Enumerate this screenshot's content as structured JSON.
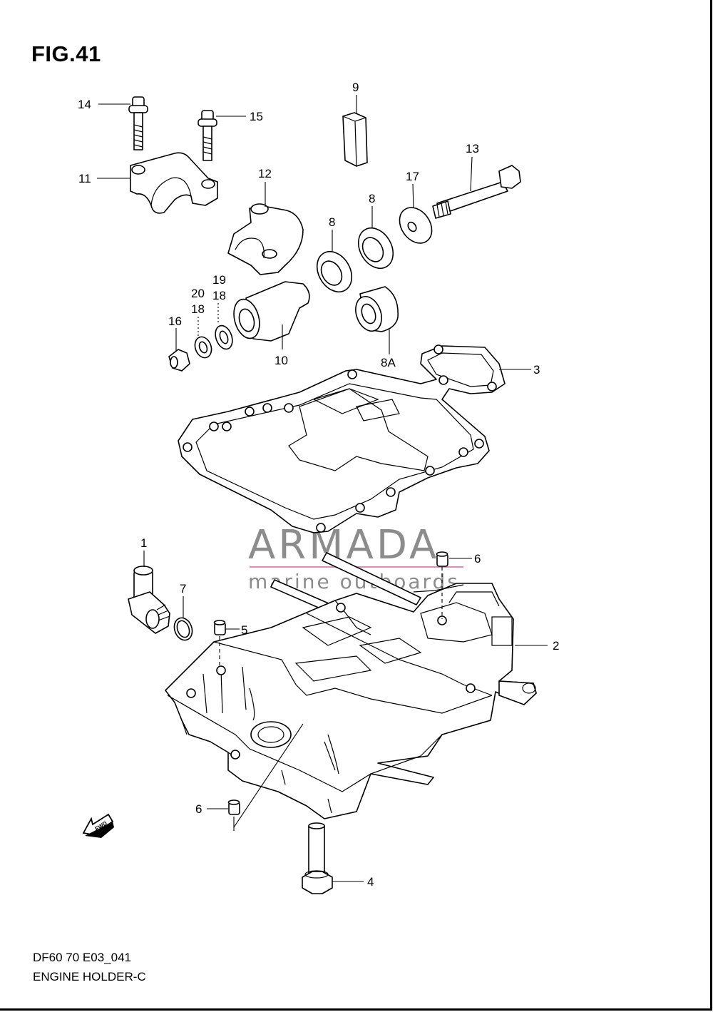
{
  "figure": {
    "title": "FIG.41",
    "code": "DF60 70 E03_041",
    "name": "ENGINE HOLDER-C"
  },
  "watermark": {
    "brand": "ARMADA",
    "tagline": "marine outboards",
    "accent_color": "#e48bb8",
    "text_color": "#8c8c8c"
  },
  "callouts": [
    {
      "id": "c14",
      "text": "14"
    },
    {
      "id": "c15",
      "text": "15"
    },
    {
      "id": "c9",
      "text": "9"
    },
    {
      "id": "c13",
      "text": "13"
    },
    {
      "id": "c11",
      "text": "11"
    },
    {
      "id": "c12",
      "text": "12"
    },
    {
      "id": "c17",
      "text": "17"
    },
    {
      "id": "c8a",
      "text": "8"
    },
    {
      "id": "c8b",
      "text": "8"
    },
    {
      "id": "c19",
      "text": "19"
    },
    {
      "id": "c18a",
      "text": "18"
    },
    {
      "id": "c20",
      "text": "20"
    },
    {
      "id": "c18b",
      "text": "18"
    },
    {
      "id": "c16",
      "text": "16"
    },
    {
      "id": "c10",
      "text": "10"
    },
    {
      "id": "c8A",
      "text": "8A"
    },
    {
      "id": "c3",
      "text": "3"
    },
    {
      "id": "c1",
      "text": "1"
    },
    {
      "id": "c6a",
      "text": "6"
    },
    {
      "id": "c7",
      "text": "7"
    },
    {
      "id": "c5",
      "text": "5"
    },
    {
      "id": "c2",
      "text": "2"
    },
    {
      "id": "c6b",
      "text": "6"
    },
    {
      "id": "c4",
      "text": "4"
    }
  ],
  "fwd_marker": "FWD"
}
